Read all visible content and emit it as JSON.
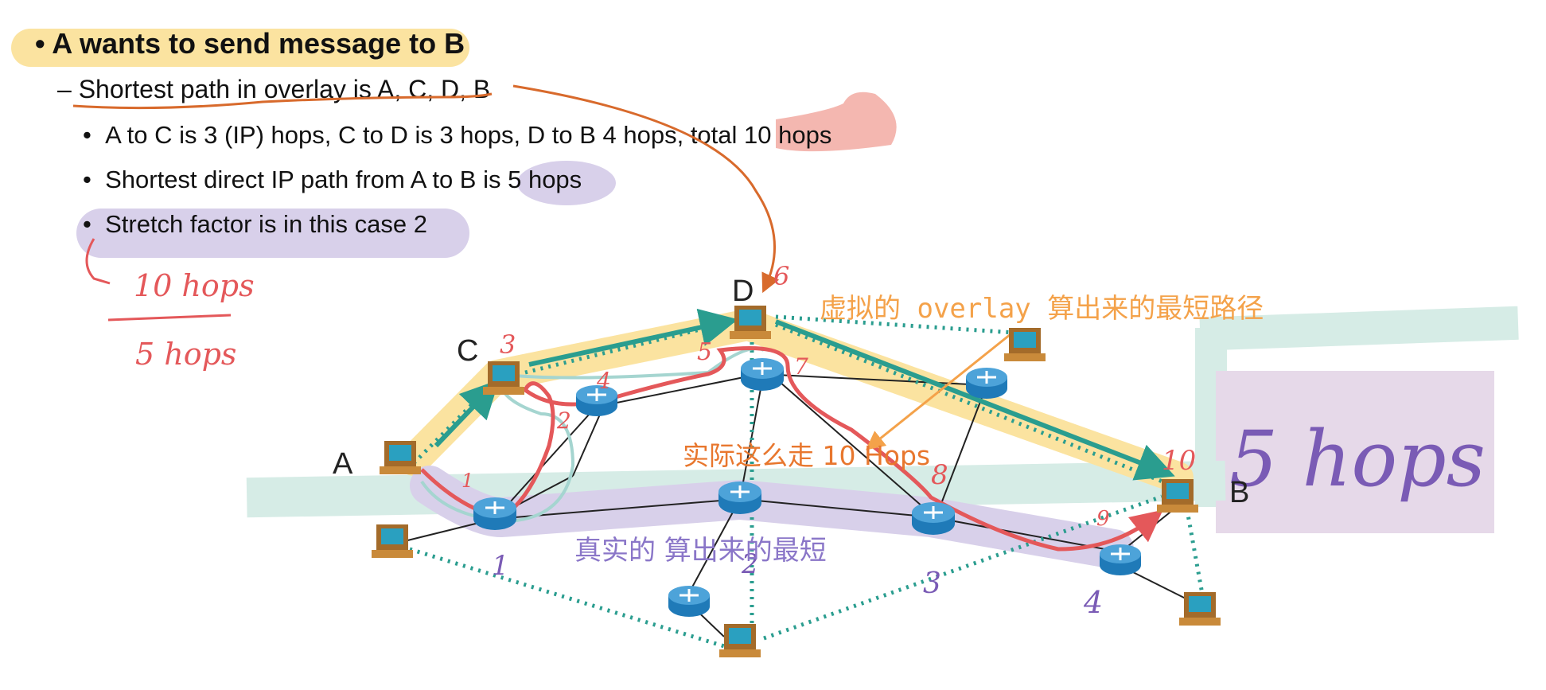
{
  "bullets": {
    "main": "A wants to send message to B",
    "sub": "Shortest path in overlay is A, C, D, B",
    "items": [
      "A to C is 3 (IP) hops, C to D is 3 hops, D to B 4 hops, total 10 hops",
      "Shortest direct IP path from A to B is 5 hops",
      "Stretch factor is in this case 2"
    ],
    "main_marker": "•",
    "sub_marker": "–",
    "item_marker": "•"
  },
  "nodes": {
    "a": "A",
    "b": "B",
    "c": "C",
    "d": "D"
  },
  "annotations": {
    "overlay_path": "虚拟的 overlay 算出来的最短路径",
    "actual_route": "实际这么走 10 Hops",
    "real_shortest": "真实的 算出来的最短"
  },
  "handwriting": {
    "fraction_top": "10 hops",
    "fraction_bottom": "5 hops",
    "big": "5 hops",
    "d_count": "6",
    "c_count": "3",
    "b_count": "10",
    "hop_marks": [
      "1",
      "2",
      "4",
      "5",
      "7",
      "8",
      "9"
    ],
    "real_marks": [
      "1",
      "2",
      "3",
      "4"
    ]
  },
  "colors": {
    "highlight_yellow": "#fbe3a0",
    "highlight_pink": "#f4b7b0",
    "highlight_lavender": "#d8d0ea",
    "highlight_teal": "#d6ece6",
    "overlay_edge": "#2a9d8f",
    "ink_red": "#e4585a",
    "ink_orange": "#d86a2c",
    "ink_purple": "#7a5bb5",
    "router_blue": "#1f7ab8"
  }
}
